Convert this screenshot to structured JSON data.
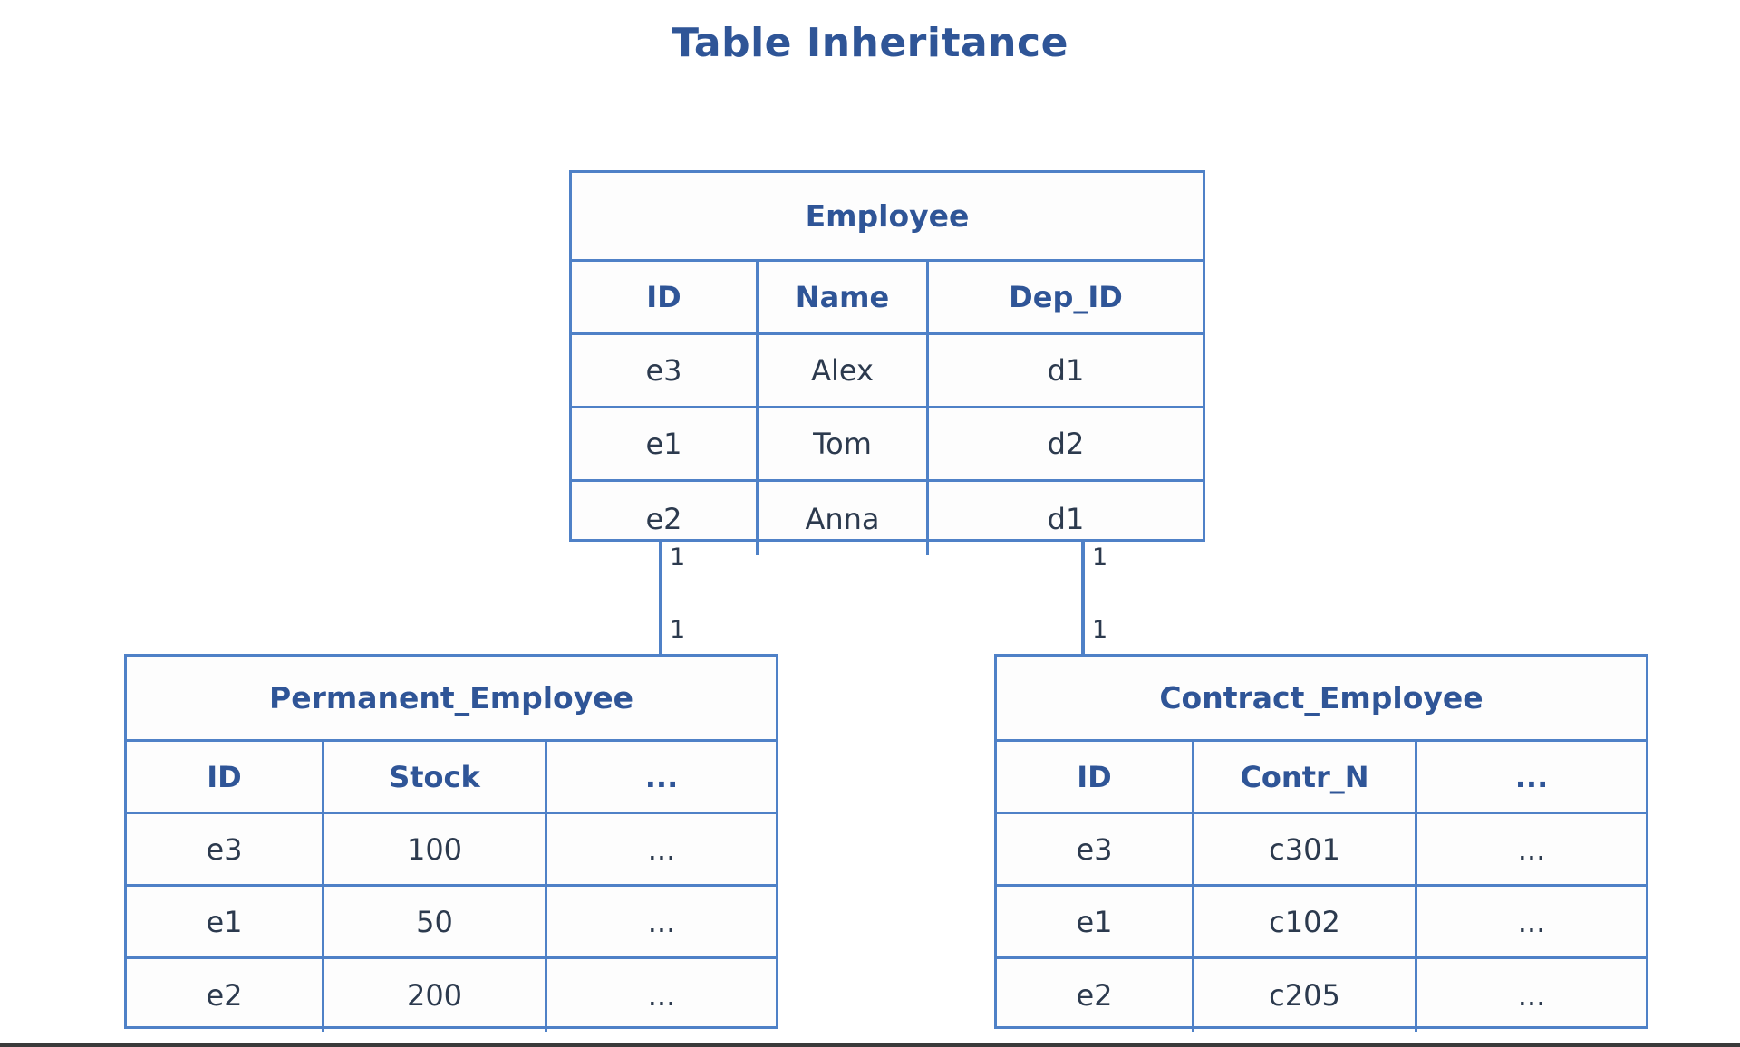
{
  "page": {
    "title": "Table Inheritance",
    "accent_border": "#4F81C7",
    "accent_text": "#2F5597",
    "data_text": "#2C3A4E",
    "background": "#FFFFFF"
  },
  "diagram": {
    "type": "table-inheritance-er-diagram",
    "parent": {
      "name": "Employee",
      "columns": [
        "ID",
        "Name",
        "Dep_ID"
      ],
      "rows": [
        [
          "e3",
          "Alex",
          "d1"
        ],
        [
          "e1",
          "Tom",
          "d2"
        ],
        [
          "e2",
          "Anna",
          "d1"
        ]
      ]
    },
    "children": [
      {
        "name": "Permanent_Employee",
        "columns": [
          "ID",
          "Stock",
          "..."
        ],
        "rows": [
          [
            "e3",
            "100",
            "..."
          ],
          [
            "e1",
            "50",
            "..."
          ],
          [
            "e2",
            "200",
            "..."
          ]
        ]
      },
      {
        "name": "Contract_Employee",
        "columns": [
          "ID",
          "Contr_N",
          "..."
        ],
        "rows": [
          [
            "e3",
            "c301",
            "..."
          ],
          [
            "e1",
            "c102",
            "..."
          ],
          [
            "e2",
            "c205",
            "..."
          ]
        ]
      }
    ],
    "relationships": [
      {
        "from": "Employee",
        "to": "Permanent_Employee",
        "from_cardinality": "1",
        "to_cardinality": "1"
      },
      {
        "from": "Employee",
        "to": "Contract_Employee",
        "from_cardinality": "1",
        "to_cardinality": "1"
      }
    ]
  }
}
